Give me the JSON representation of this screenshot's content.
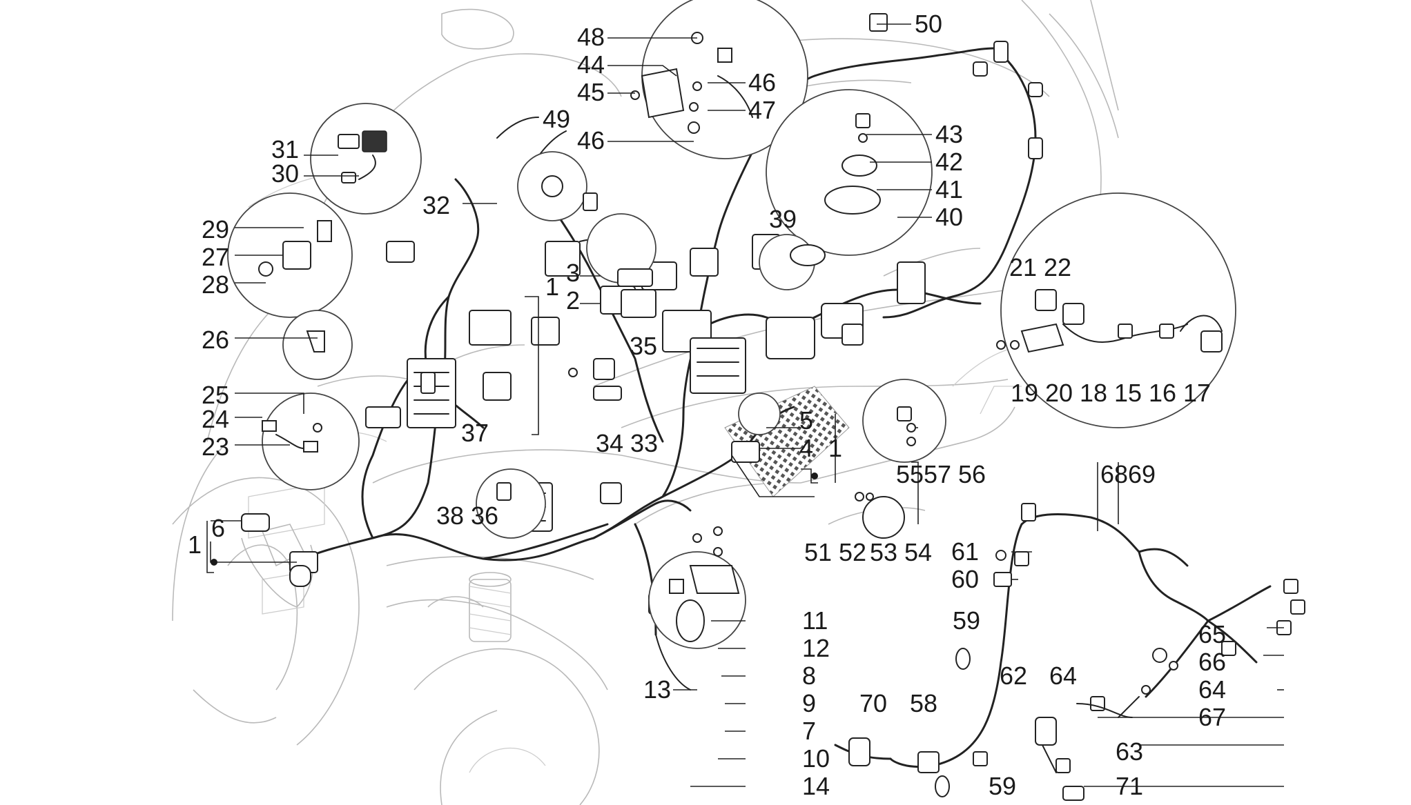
{
  "labels": {
    "l1a": "1",
    "l1b": "1",
    "l1c": "1",
    "l2": "2",
    "l3": "3",
    "l4": "4",
    "l5": "5",
    "l6": "6",
    "l7": "7",
    "l8": "8",
    "l9": "9",
    "l10": "10",
    "l11": "11",
    "l12": "12",
    "l13": "13",
    "l14": "14",
    "l15": "15",
    "l16": "16",
    "l17": "17",
    "l18": "18",
    "l19": "19",
    "l20": "20",
    "l21": "21",
    "l22": "22",
    "l23": "23",
    "l24": "24",
    "l25": "25",
    "l26": "26",
    "l27": "27",
    "l28": "28",
    "l29": "29",
    "l30": "30",
    "l31": "31",
    "l32": "32",
    "l33": "33",
    "l34": "34",
    "l35": "35",
    "l36": "36",
    "l37": "37",
    "l38": "38",
    "l39": "39",
    "l40": "40",
    "l41": "41",
    "l42": "42",
    "l43": "43",
    "l44": "44",
    "l45": "45",
    "l46a": "46",
    "l46b": "46",
    "l47": "47",
    "l48": "48",
    "l49": "49",
    "l50": "50",
    "l51": "51",
    "l52": "52",
    "l53": "53",
    "l54": "54",
    "l55": "55",
    "l56": "56",
    "l57": "57",
    "l58": "58",
    "l59a": "59",
    "l59b": "59",
    "l60": "60",
    "l61": "61",
    "l62": "62",
    "l63": "63",
    "l64a": "64",
    "l64b": "64",
    "l65": "65",
    "l66": "66",
    "l67": "67",
    "l68": "68",
    "l69": "69",
    "l70": "70",
    "l71": "71"
  },
  "colors": {
    "ink": "#1a1a1a",
    "ghost_outline": "#b9b9b9"
  }
}
